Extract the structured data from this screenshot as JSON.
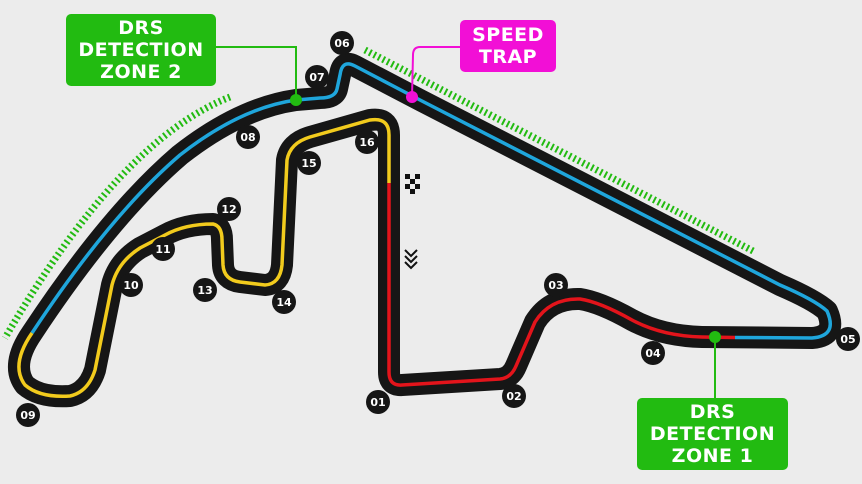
{
  "colors": {
    "track": "#161616",
    "sector1": "#e3141b",
    "sector2": "#1fa6dc",
    "sector3": "#f2cb1d",
    "drs": "#22bb11",
    "speed_trap": "#f20fd6",
    "background": "#ececec"
  },
  "callouts": {
    "drs_zone_2": [
      "DRS",
      "DETECTION",
      "ZONE 2"
    ],
    "speed_trap": [
      "SPEED",
      "TRAP"
    ],
    "drs_zone_1": [
      "DRS",
      "DETECTION",
      "ZONE 1"
    ]
  },
  "turns": [
    "01",
    "02",
    "03",
    "04",
    "05",
    "06",
    "07",
    "08",
    "09",
    "10",
    "11",
    "12",
    "13",
    "14",
    "15",
    "16"
  ],
  "icons": {
    "start_finish": "checkered-flag-icon",
    "direction": "chevron-down-icon"
  }
}
